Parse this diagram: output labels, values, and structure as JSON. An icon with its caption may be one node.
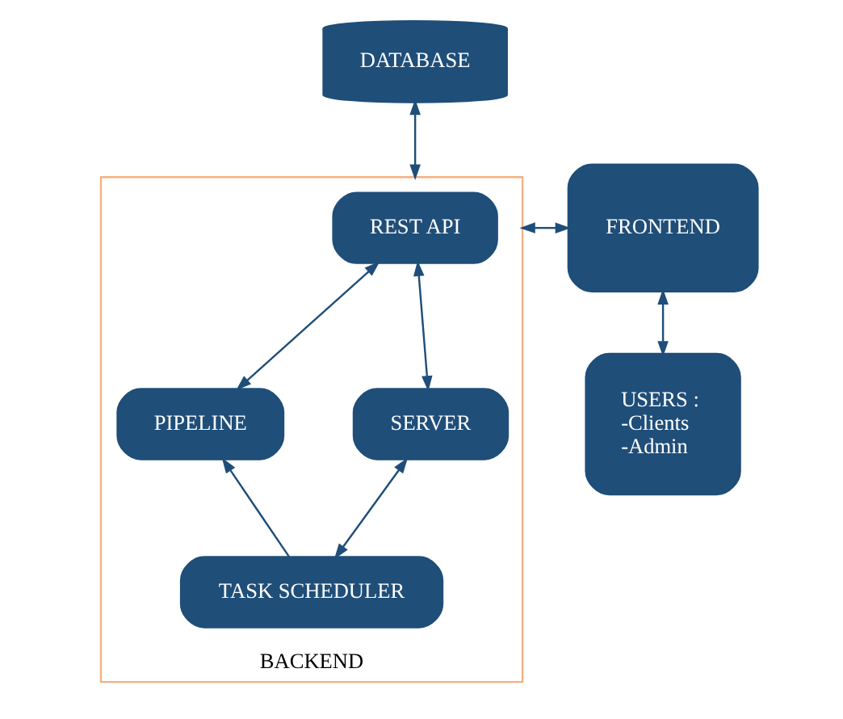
{
  "diagram": {
    "nodes": [
      {
        "text": [
          "DATABASE"
        ]
      },
      {
        "text": [
          "BACKEND"
        ]
      },
      {
        "text": [
          "REST API"
        ],
        "in": 1
      },
      {
        "text": [
          "FRONTEND"
        ]
      },
      {
        "text": [
          "PIPELINE"
        ],
        "in": 1
      },
      {
        "text": [
          "SERVER"
        ],
        "in": 1
      },
      {
        "text": [
          "TASK SCHEDULER"
        ],
        "in": 1
      },
      {
        "text": [
          "USERS : -Clients -Admin"
        ]
      }
    ],
    "edges": [
      {
        "from": 0,
        "to": 1,
        "arrow": "both"
      },
      {
        "from": 1,
        "to": 3,
        "arrow": "both"
      },
      {
        "from": 2,
        "to": 4,
        "arrow": "both"
      },
      {
        "from": 2,
        "to": 5,
        "arrow": "both"
      },
      {
        "from": 6,
        "to": 4,
        "arrow": "to"
      },
      {
        "from": 5,
        "to": 6,
        "arrow": "both"
      },
      {
        "from": 3,
        "to": 7,
        "arrow": "both"
      }
    ]
  }
}
